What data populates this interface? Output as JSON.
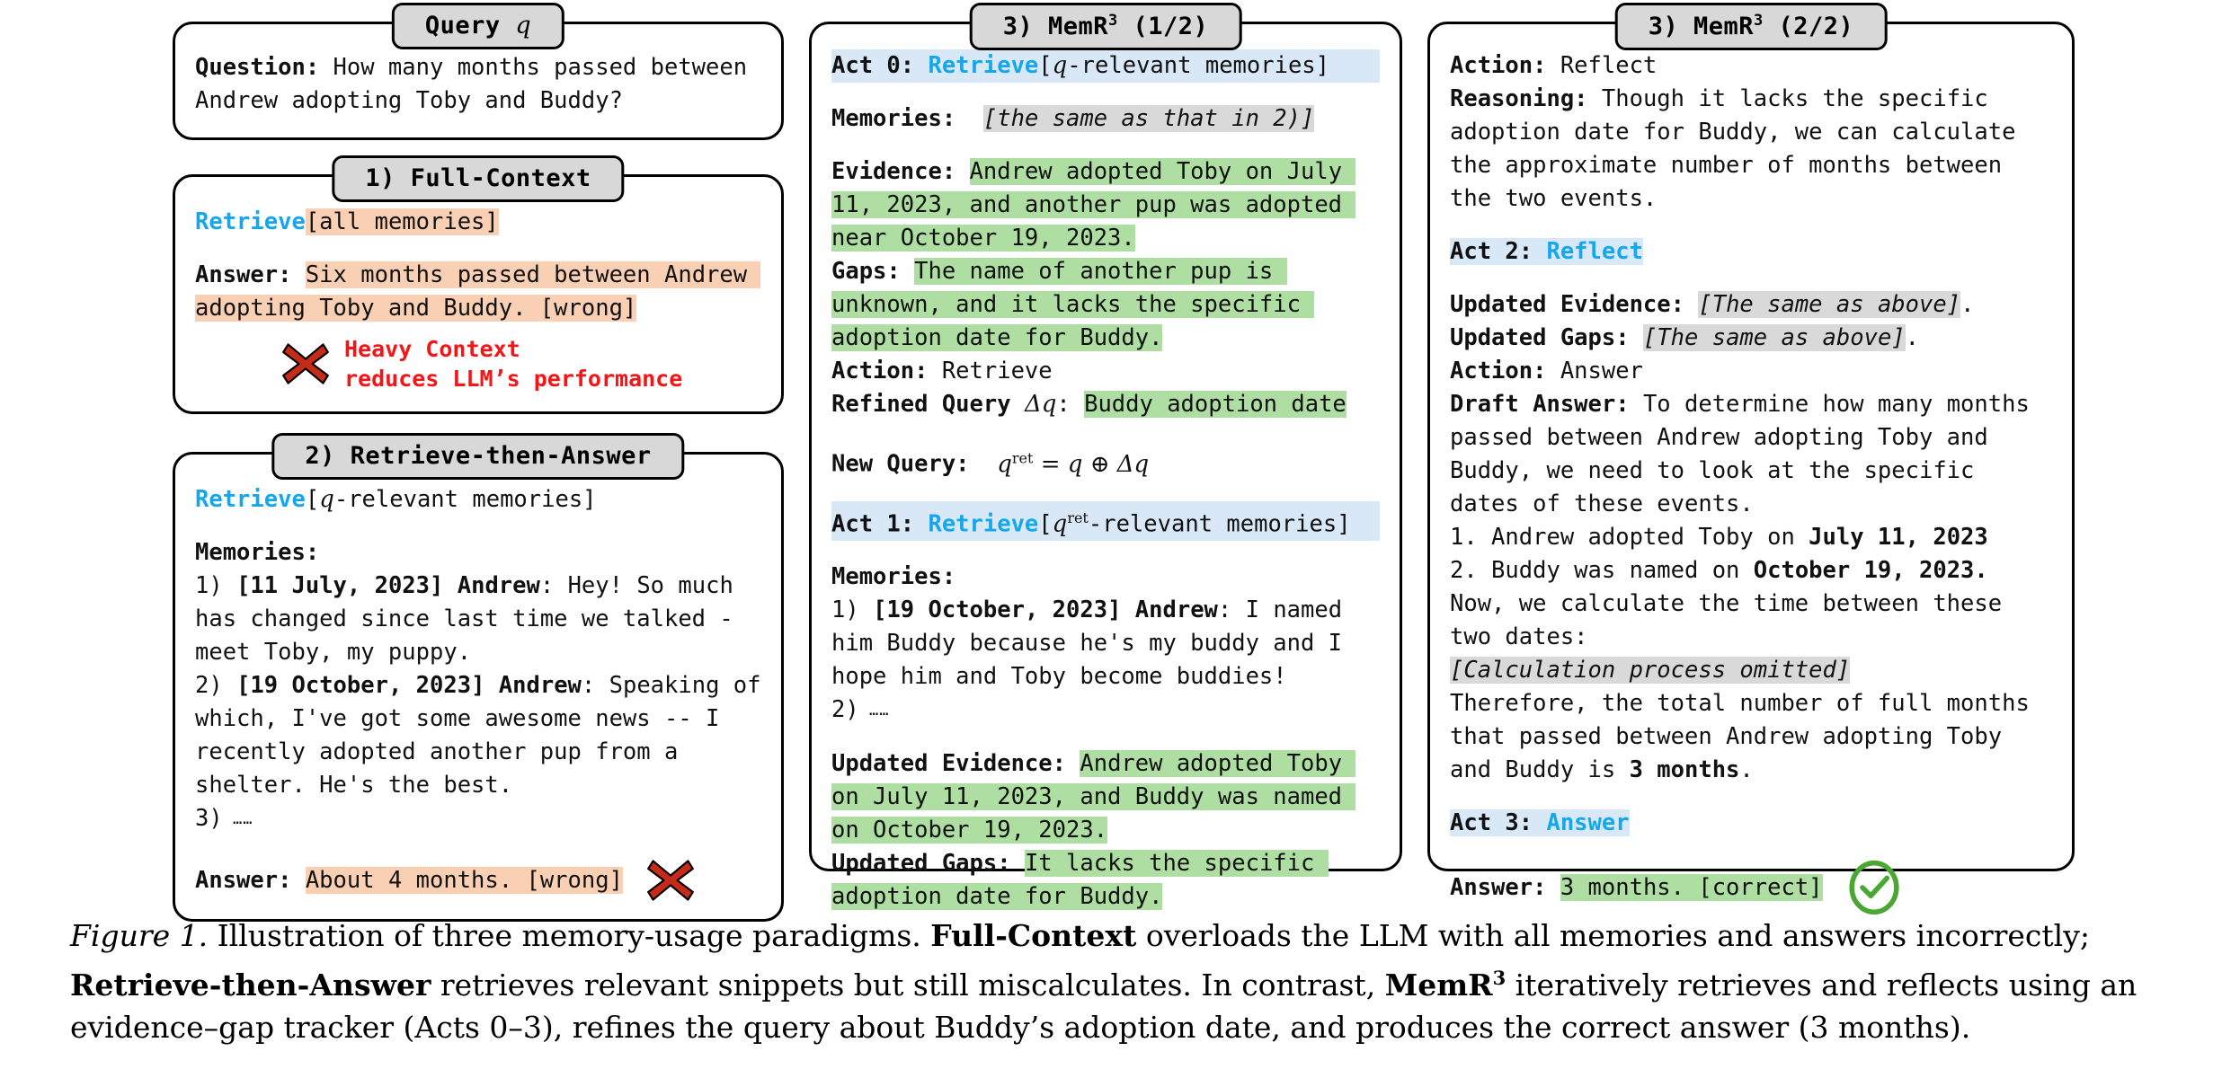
{
  "colors": {
    "highlight_orange": "#fad0b4",
    "highlight_green": "#aedea2",
    "highlight_blue": "#d9e8f6",
    "highlight_gray": "#d9d9d9",
    "accent_blue": "#15a7ec",
    "error_red": "#f41616",
    "success_green": "#4aa832",
    "tab_gray": "#d8d8d8"
  },
  "panels": {
    "query": {
      "tab": "Query",
      "tab_symbol": "q",
      "question_label": "Question:",
      "question_text": " How many months passed between Andrew adopting Toby and Buddy?"
    },
    "full_context": {
      "tab": "1) Full-Context",
      "retrieve_label": "Retrieve",
      "retrieve_arg": "[all memories]",
      "answer_label": "Answer:",
      "answer_text": "Six months passed between Andrew adopting Toby and Buddy. [wrong]",
      "warn_line1": "Heavy Context",
      "warn_line2": "reduces LLM’s performance",
      "warn_icon": "x-mark-icon"
    },
    "retrieve_then_answer": {
      "tab": "2) Retrieve-then-Answer",
      "retrieve_label": "Retrieve",
      "retrieve_arg_pre": "[",
      "retrieve_arg_sym": "q",
      "retrieve_arg_post": "-relevant memories]",
      "memories_label": "Memories:",
      "memories": [
        {
          "idx": "1)",
          "date": "[11 July, 2023]",
          "speaker": "Andrew",
          "text": " Hey! So much has changed since last time we talked - meet Toby, my puppy."
        },
        {
          "idx": "2)",
          "date": "[19 October, 2023]",
          "speaker": "Andrew",
          "text": " Speaking of which, I've got some awesome news -- I recently adopted another pup from a shelter. He's the best."
        },
        {
          "idx": "3)",
          "date": "",
          "speaker": "",
          "text": " ……"
        }
      ],
      "answer_label": "Answer:",
      "answer_text": "About 4 months. [wrong]",
      "answer_icon": "x-mark-icon"
    },
    "memr3_1": {
      "tab": "3) MemR",
      "tab_sup": "3",
      "tab_part": "(1/2)",
      "act0": {
        "prefix": "Act 0: ",
        "verb": "Retrieve",
        "arg_pre": "[",
        "arg_sym": "q",
        "arg_post": "-relevant memories]"
      },
      "memories_label": "Memories:",
      "memories_value": "[the same as that in 2)]",
      "evidence_label": "Evidence:",
      "evidence_text": "Andrew adopted Toby on July 11, 2023, and another pup was adopted near October 19, 2023.",
      "gaps_label": "Gaps:",
      "gaps_text": "The name of another pup is unknown, and it lacks the specific adoption date for Buddy.",
      "action_label": "Action:",
      "action_text": " Retrieve",
      "refined_label": "Refined Query",
      "refined_sym": "Δq",
      "refined_colon": ":",
      "refined_text": "Buddy adoption date",
      "newquery_label": "New Query:",
      "newquery_formula": "qᴿᴱᵀ = q ⊕ Δq",
      "act1": {
        "prefix": "Act 1: ",
        "verb": "Retrieve",
        "arg_pre": "[",
        "arg_sym": "q",
        "arg_sup": "ret",
        "arg_post": "-relevant memories]"
      },
      "memories2_label": "Memories:",
      "memories2": [
        {
          "idx": "1)",
          "date": "[19 October, 2023]",
          "speaker": "Andrew",
          "text": " I named him Buddy because he's my buddy and I hope him and Toby become buddies!"
        },
        {
          "idx": "2)",
          "date": "",
          "speaker": "",
          "text": " ……"
        }
      ],
      "upd_evidence_label": "Updated Evidence:",
      "upd_evidence_text": "Andrew adopted Toby on July 11, 2023, and Buddy was named on October 19, 2023.",
      "upd_gaps_label": "Updated Gaps:",
      "upd_gaps_text": "It lacks the specific adoption date for Buddy."
    },
    "memr3_2": {
      "tab": "3) MemR",
      "tab_sup": "3",
      "tab_part": "(2/2)",
      "action_label": "Action:",
      "action_text": " Reflect",
      "reasoning_label": "Reasoning:",
      "reasoning_text": " Though it lacks the specific adoption date for Buddy, we can calculate the approximate number of months between the two events.",
      "act2": {
        "prefix": "Act 2: ",
        "verb": "Reflect"
      },
      "upd_evidence_label": "Updated Evidence:",
      "upd_evidence_value": "[The same as above]",
      "upd_evidence_period": ".",
      "upd_gaps_label": "Updated Gaps:",
      "upd_gaps_value": "[The same as above]",
      "upd_gaps_period": ".",
      "action2_label": "Action:",
      "action2_text": " Answer",
      "draft_label": "Draft Answer:",
      "draft_p1": " To determine how many months passed between Andrew adopting Toby and Buddy, we need to look at the specific dates of these events.",
      "draft_item1_pre": "1. Andrew adopted Toby on ",
      "draft_item1_bold": "July 11, 2023",
      "draft_item2_pre": "2. Buddy was named on ",
      "draft_item2_bold": "October 19, 2023.",
      "draft_p2": "Now, we calculate the time between these two dates:",
      "draft_omitted": "[Calculation process omitted]",
      "draft_p3_pre": "Therefore, the total number of full months that passed between Andrew adopting Toby and Buddy is ",
      "draft_p3_bold": "3 months",
      "draft_p3_post": ".",
      "act3": {
        "prefix": "Act 3: ",
        "verb": "Answer"
      },
      "answer_label": "Answer:",
      "answer_text": "3 months. [correct]",
      "answer_icon": "check-circle-icon"
    }
  },
  "caption": {
    "fig_label": "Figure 1.",
    "seg1": "  Illustration of three memory-usage paradigms. ",
    "bold1": "Full-Context",
    "seg2": " overloads the LLM with all memories and answers incorrectly; ",
    "bold2": "Retrieve-then-Answer",
    "seg3": " retrieves relevant snippets but still miscalculates. In contrast, ",
    "bold3": "MemR",
    "bold3_sup": "3",
    "seg4": " iteratively retrieves and reflects using an evidence–gap tracker (Acts 0–3), refines the query about Buddy’s adoption date, and produces the correct answer (3 months)."
  }
}
